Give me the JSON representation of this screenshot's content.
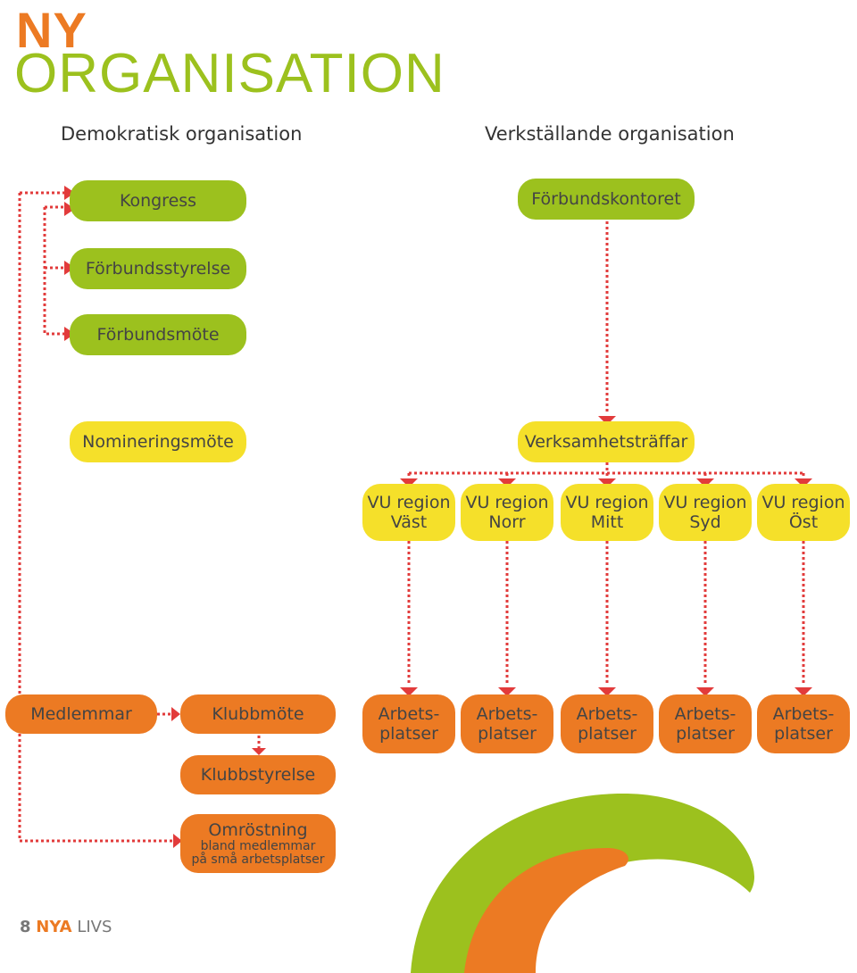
{
  "title": {
    "line1": "NY",
    "line2": "ORGANISATION"
  },
  "columns": {
    "left": "Demokratisk organisation",
    "right": "Verkställande organisation"
  },
  "democratic": {
    "kongress": "Kongress",
    "forbundsstyrelse": "Förbundsstyrelse",
    "forbundsmote": "Förbundsmöte",
    "nomineringsmote": "Nomineringsmöte"
  },
  "executive": {
    "forbundskontoret": "Förbundskontoret",
    "verksamhetstraffar": "Verksamhetsträffar",
    "regions": [
      {
        "line1": "VU region",
        "line2": "Väst"
      },
      {
        "line1": "VU region",
        "line2": "Norr"
      },
      {
        "line1": "VU region",
        "line2": "Mitt"
      },
      {
        "line1": "VU region",
        "line2": "Syd"
      },
      {
        "line1": "VU region",
        "line2": "Öst"
      }
    ],
    "workplaces": [
      {
        "line1": "Arbets-",
        "line2": "platser"
      },
      {
        "line1": "Arbets-",
        "line2": "platser"
      },
      {
        "line1": "Arbets-",
        "line2": "platser"
      },
      {
        "line1": "Arbets-",
        "line2": "platser"
      },
      {
        "line1": "Arbets-",
        "line2": "platser"
      }
    ]
  },
  "members": {
    "medlemmar": "Medlemmar",
    "klubbmote": "Klubbmöte",
    "klubbstyrelse": "Klubbstyrelse",
    "omrostning": "Omröstning",
    "omrostning_sub1": "bland medlemmar",
    "omrostning_sub2": "på små arbetsplatser"
  },
  "footer": {
    "page": "8",
    "brand": "NYA",
    "brand2": "LIVS"
  },
  "colors": {
    "green": "#9cc11e",
    "yellow": "#f5e02a",
    "orange": "#ec7a23",
    "connector": "#e23b3b"
  }
}
